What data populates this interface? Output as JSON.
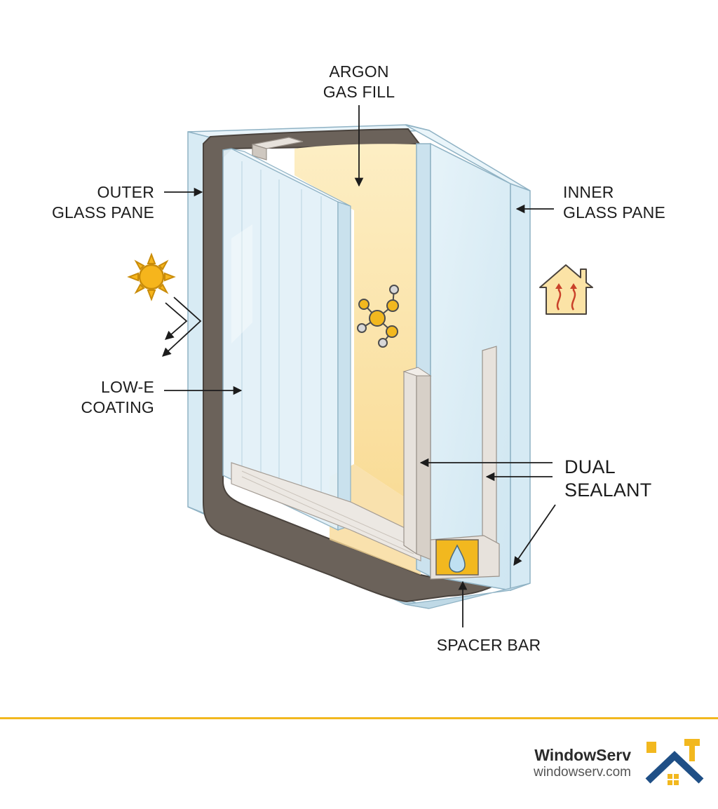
{
  "diagram": {
    "labels": {
      "argon_line1": "ARGON",
      "argon_line2": "GAS FILL",
      "outer_line1": "OUTER",
      "outer_line2": "GLASS PANE",
      "inner_line1": "INNER",
      "inner_line2": "GLASS PANE",
      "lowe_line1": "LOW-E",
      "lowe_line2": "COATING",
      "dual_line1": "DUAL",
      "dual_line2": "SEALANT",
      "spacer": "SPACER BAR"
    },
    "icons": [
      "sun-icon",
      "molecule-icon",
      "warm-house-icon",
      "water-drop-icon"
    ],
    "colors": {
      "glass": "#dcedf5",
      "glass_edge": "#8fb2c4",
      "argon": "#fbe3a6",
      "sealant": "#6b625a",
      "spacer": "#e7e2dc",
      "accent": "#f2b81f"
    }
  },
  "footer": {
    "brand_name": "WindowServ",
    "brand_url": "windowserv.com"
  }
}
